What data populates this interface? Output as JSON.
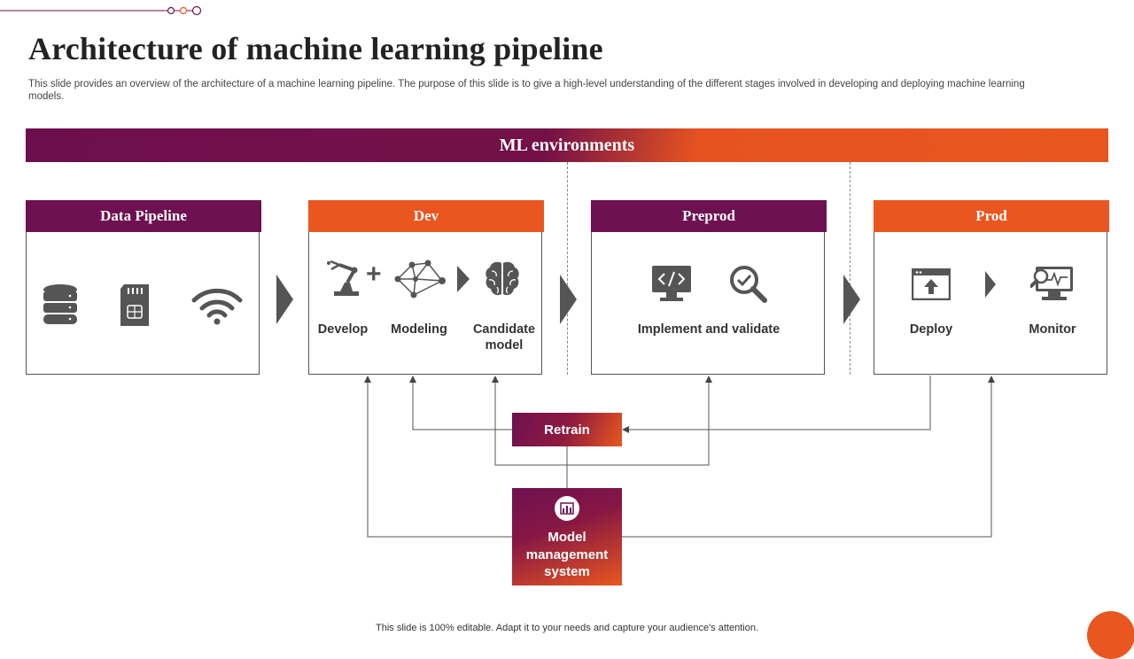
{
  "title": "Architecture of machine learning pipeline",
  "subtitle": "This slide provides an overview of the architecture of a machine learning pipeline. The purpose of this slide is to give a high-level understanding of the different stages involved in developing and deploying machine learning models.",
  "banner": "ML environments",
  "boxes": {
    "data_pipeline": {
      "title": "Data Pipeline"
    },
    "dev": {
      "title": "Dev",
      "develop": "Develop",
      "modeling": "Modeling",
      "candidate": "Candidate model"
    },
    "preprod": {
      "title": "Preprod",
      "implement": "Implement and validate"
    },
    "prod": {
      "title": "Prod",
      "deploy": "Deploy",
      "monitor": "Monitor"
    }
  },
  "retrain": "Retrain",
  "model_management": "Model management system",
  "footer": "This slide is 100% editable. Adapt it to your needs and capture your audience's attention.",
  "colors": {
    "purple": "#6e1150",
    "orange": "#e9561f",
    "icon": "#555555"
  }
}
